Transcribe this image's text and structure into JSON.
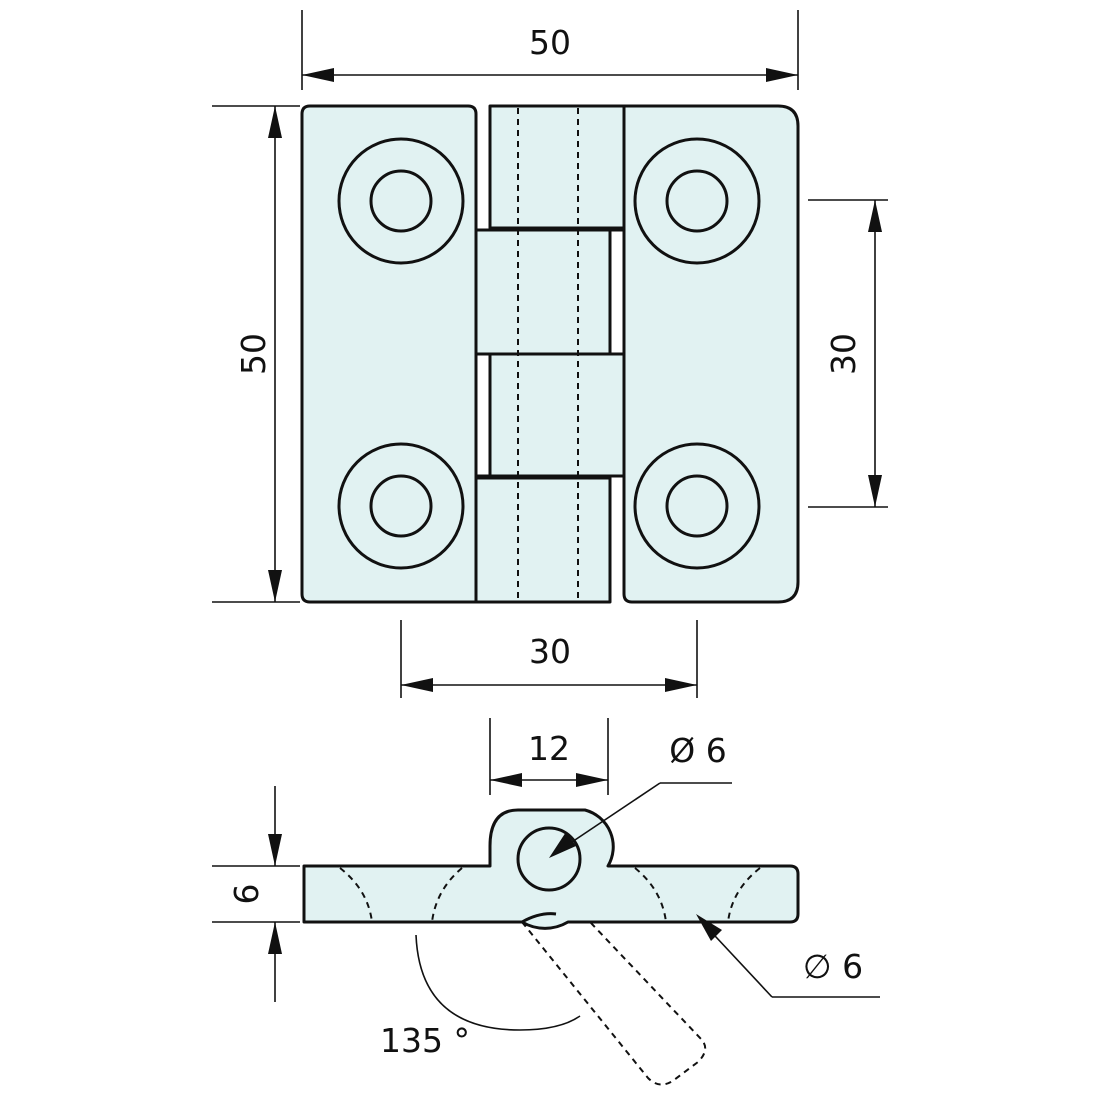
{
  "dimensions": {
    "top_width": "50",
    "height": "50",
    "hole_spacing_vertical": "30",
    "hole_spacing_horizontal": "30",
    "knuckle_width": "12",
    "pin_diameter": "Ø 6",
    "thickness": "6",
    "screw_hole_diameter": "∅ 6",
    "opening_angle": "135 °"
  }
}
